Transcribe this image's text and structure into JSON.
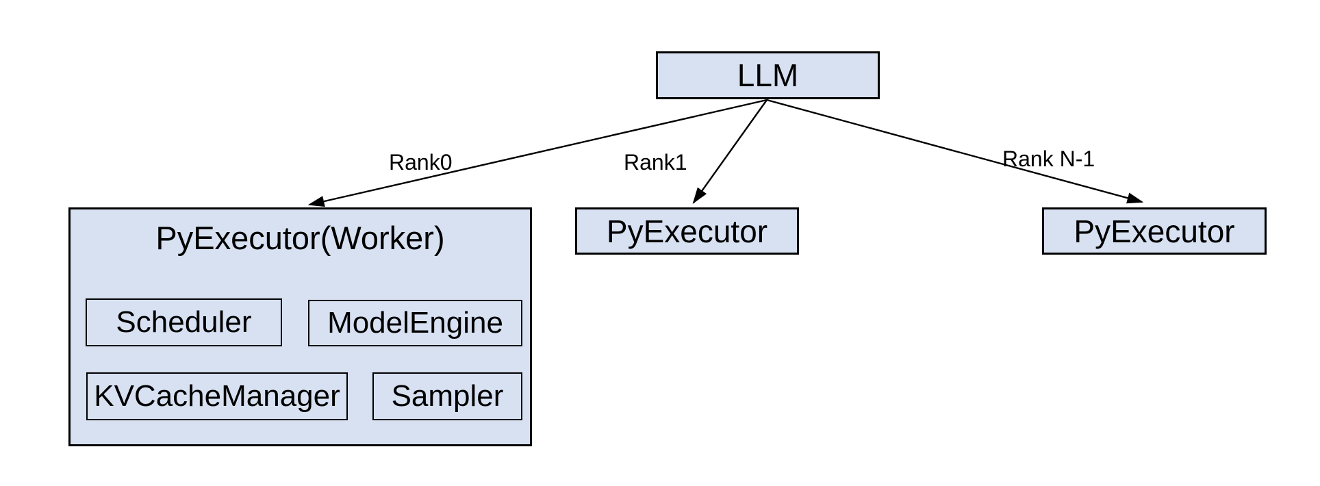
{
  "diagram": {
    "colors": {
      "background": "#ffffff",
      "node_fill": "#d7e1f2",
      "node_border": "#000000",
      "text": "#000000"
    },
    "nodes": {
      "llm": {
        "label": "LLM"
      },
      "worker": {
        "label": "PyExecutor(Worker)",
        "children": [
          {
            "label": "Scheduler"
          },
          {
            "label": "ModelEngine"
          },
          {
            "label": "KVCacheManager"
          },
          {
            "label": "Sampler"
          }
        ]
      },
      "executor_rank1": {
        "label": "PyExecutor"
      },
      "executor_rank_n": {
        "label": "PyExecutor"
      }
    },
    "edges": [
      {
        "label": "Rank0",
        "from": "llm",
        "to": "worker"
      },
      {
        "label": "Rank1",
        "from": "llm",
        "to": "executor_rank1"
      },
      {
        "label": "Rank N-1",
        "from": "llm",
        "to": "executor_rank_n"
      }
    ]
  }
}
